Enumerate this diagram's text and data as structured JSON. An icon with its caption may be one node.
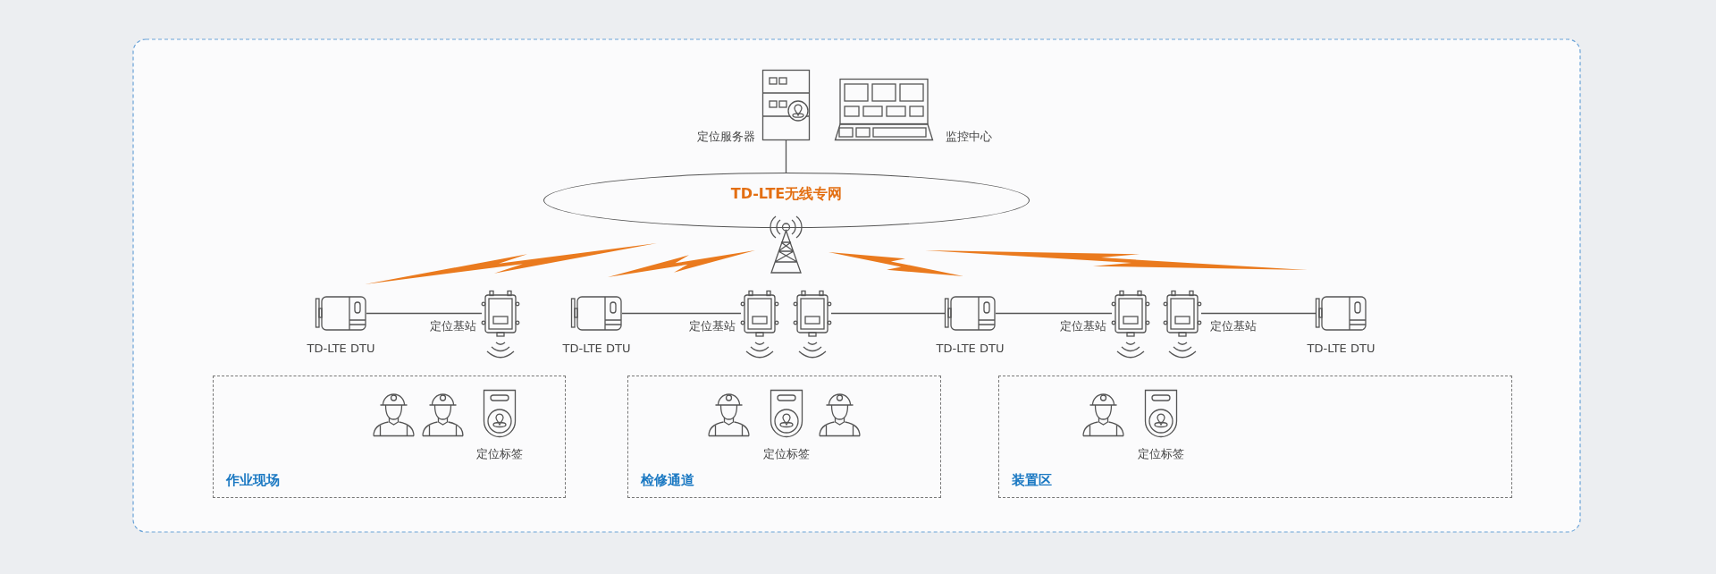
{
  "diagram": {
    "nodes": [
      {
        "text": [
          "定位服务器"
        ]
      },
      {
        "text": [
          "监控中心"
        ]
      },
      {
        "text": [
          "TD-LTE无线专网"
        ]
      },
      {
        "text": [
          "TD-LTE DTU"
        ]
      },
      {
        "text": [
          "定位基站"
        ]
      },
      {
        "text": [
          "TD-LTE DTU"
        ]
      },
      {
        "text": [
          "定位基站"
        ]
      },
      {
        "text": [],
        "shape": "picture"
      },
      {
        "text": [
          "TD-LTE DTU"
        ]
      },
      {
        "text": [
          "定位基站"
        ]
      },
      {
        "text": [
          "定位基站"
        ]
      },
      {
        "text": [
          "TD-LTE DTU"
        ]
      },
      {
        "text": [
          "作业现场"
        ]
      },
      {
        "text": [],
        "shape": "person",
        "in": 12
      },
      {
        "text": [],
        "shape": "person",
        "in": 12
      },
      {
        "text": [
          "定位标签"
        ],
        "in": 12
      },
      {
        "text": [
          "检修通道"
        ]
      },
      {
        "text": [],
        "shape": "person",
        "in": 16
      },
      {
        "text": [
          "定位标签"
        ],
        "in": 16
      },
      {
        "text": [],
        "shape": "person",
        "in": 16
      },
      {
        "text": [
          "装置区"
        ]
      },
      {
        "text": [],
        "shape": "person",
        "in": 20
      },
      {
        "text": [
          "定位标签"
        ],
        "in": 20
      }
    ],
    "edges": [
      {
        "from": 0,
        "to": 2,
        "arrow": "none"
      },
      {
        "from": 3,
        "to": 4,
        "arrow": "none"
      },
      {
        "from": 5,
        "to": 6,
        "arrow": "none"
      },
      {
        "from": 7,
        "to": 8,
        "arrow": "none"
      },
      {
        "from": 8,
        "to": 9,
        "arrow": "none"
      },
      {
        "from": 10,
        "to": 11,
        "arrow": "none"
      }
    ]
  }
}
